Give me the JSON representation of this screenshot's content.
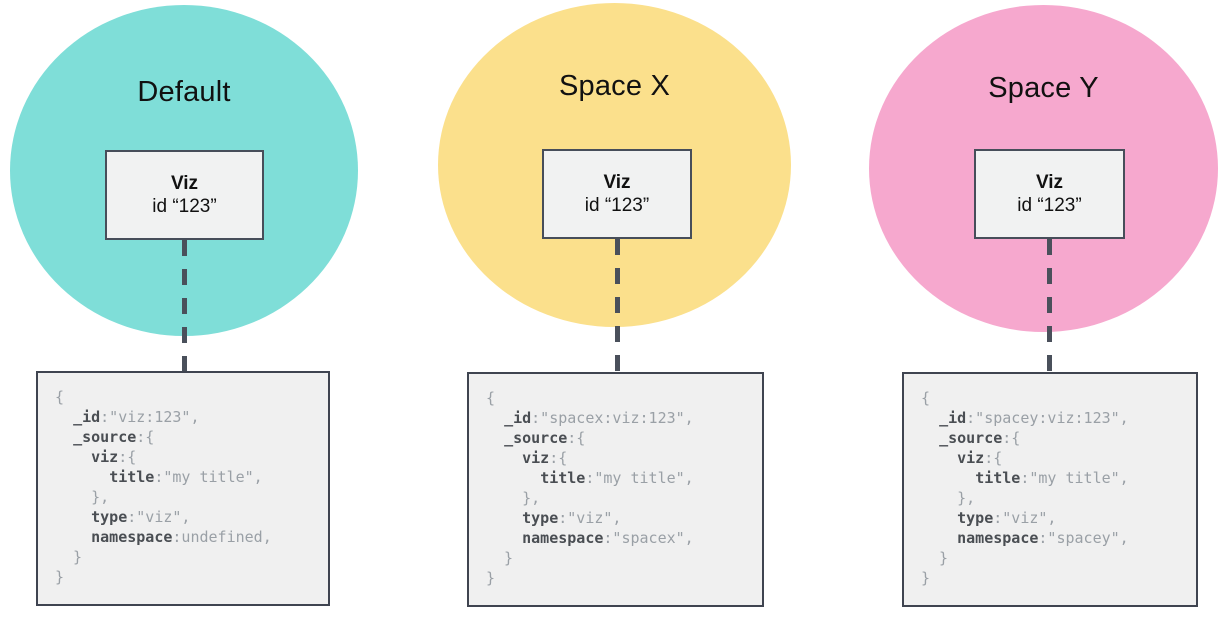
{
  "colors": {
    "canvas_bg": "#ffffff",
    "title_text": "#111111",
    "box_fill": "#f1f2f2",
    "box_border": "#474e5a",
    "code_fill": "#f0f0f0",
    "code_border": "#3f4450",
    "code_key": "#4a4e53",
    "code_value": "#9aa0a6",
    "connector": "#4a505b"
  },
  "columns": [
    {
      "title": "Default",
      "circle_color": "#7fded8",
      "viz_box": {
        "title": "Viz",
        "id_line": "id “123”"
      },
      "code_lines": [
        [
          [
            "v",
            "{"
          ]
        ],
        [
          [
            "v",
            "  "
          ],
          [
            "k",
            "_id"
          ],
          [
            "v",
            ":\"viz:123\","
          ]
        ],
        [
          [
            "v",
            "  "
          ],
          [
            "k",
            "_source"
          ],
          [
            "v",
            ":{"
          ]
        ],
        [
          [
            "v",
            "    "
          ],
          [
            "k",
            "viz"
          ],
          [
            "v",
            ":{"
          ]
        ],
        [
          [
            "v",
            "      "
          ],
          [
            "k",
            "title"
          ],
          [
            "v",
            ":\"my title\","
          ]
        ],
        [
          [
            "v",
            "    },"
          ]
        ],
        [
          [
            "v",
            "    "
          ],
          [
            "k",
            "type"
          ],
          [
            "v",
            ":\"viz\","
          ]
        ],
        [
          [
            "v",
            "    "
          ],
          [
            "k",
            "namespace"
          ],
          [
            "v",
            ":undefined,"
          ]
        ],
        [
          [
            "v",
            "  }"
          ]
        ],
        [
          [
            "v",
            "}"
          ]
        ]
      ]
    },
    {
      "title": "Space X",
      "circle_color": "#fbe08c",
      "viz_box": {
        "title": "Viz",
        "id_line": "id “123”"
      },
      "code_lines": [
        [
          [
            "v",
            "{"
          ]
        ],
        [
          [
            "v",
            "  "
          ],
          [
            "k",
            "_id"
          ],
          [
            "v",
            ":\"spacex:viz:123\","
          ]
        ],
        [
          [
            "v",
            "  "
          ],
          [
            "k",
            "_source"
          ],
          [
            "v",
            ":{"
          ]
        ],
        [
          [
            "v",
            "    "
          ],
          [
            "k",
            "viz"
          ],
          [
            "v",
            ":{"
          ]
        ],
        [
          [
            "v",
            "      "
          ],
          [
            "k",
            "title"
          ],
          [
            "v",
            ":\"my title\","
          ]
        ],
        [
          [
            "v",
            "    },"
          ]
        ],
        [
          [
            "v",
            "    "
          ],
          [
            "k",
            "type"
          ],
          [
            "v",
            ":\"viz\","
          ]
        ],
        [
          [
            "v",
            "    "
          ],
          [
            "k",
            "namespace"
          ],
          [
            "v",
            ":\"spacex\","
          ]
        ],
        [
          [
            "v",
            "  }"
          ]
        ],
        [
          [
            "v",
            "}"
          ]
        ]
      ]
    },
    {
      "title": "Space Y",
      "circle_color": "#f6a8ce",
      "viz_box": {
        "title": "Viz",
        "id_line": "id “123”"
      },
      "code_lines": [
        [
          [
            "v",
            "{"
          ]
        ],
        [
          [
            "v",
            "  "
          ],
          [
            "k",
            "_id"
          ],
          [
            "v",
            ":\"spacey:viz:123\","
          ]
        ],
        [
          [
            "v",
            "  "
          ],
          [
            "k",
            "_source"
          ],
          [
            "v",
            ":{"
          ]
        ],
        [
          [
            "v",
            "    "
          ],
          [
            "k",
            "viz"
          ],
          [
            "v",
            ":{"
          ]
        ],
        [
          [
            "v",
            "      "
          ],
          [
            "k",
            "title"
          ],
          [
            "v",
            ":\"my title\","
          ]
        ],
        [
          [
            "v",
            "    },"
          ]
        ],
        [
          [
            "v",
            "    "
          ],
          [
            "k",
            "type"
          ],
          [
            "v",
            ":\"viz\","
          ]
        ],
        [
          [
            "v",
            "    "
          ],
          [
            "k",
            "namespace"
          ],
          [
            "v",
            ":\"spacey\","
          ]
        ],
        [
          [
            "v",
            "  }"
          ]
        ],
        [
          [
            "v",
            "}"
          ]
        ]
      ]
    }
  ]
}
